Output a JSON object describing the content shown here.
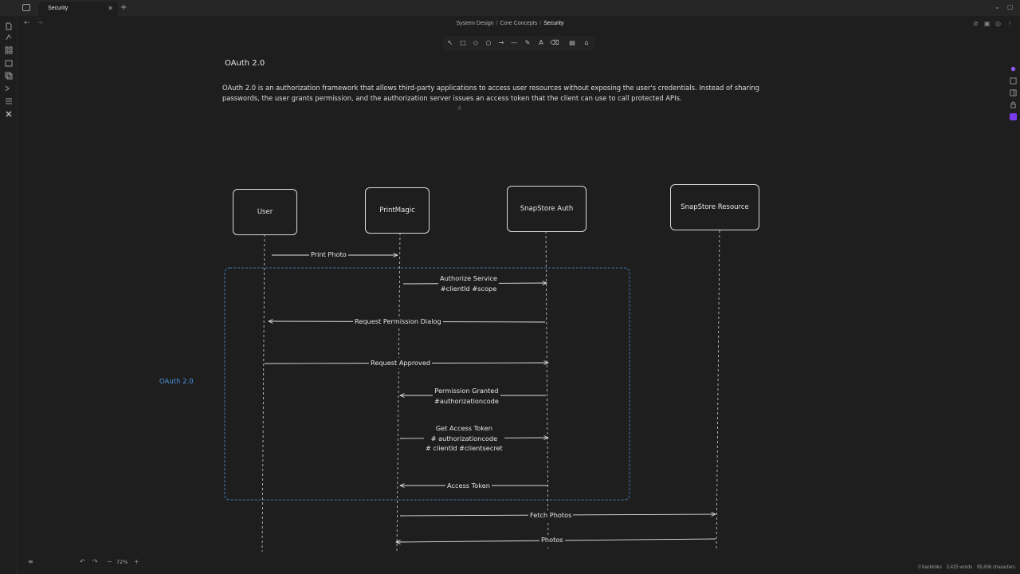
{
  "tab": {
    "label": "Security"
  },
  "breadcrumb": {
    "parts": [
      "System Design",
      "Core Concepts",
      "Security"
    ]
  },
  "note": {
    "heading": "OAuth 2.0",
    "paragraph": "OAuth 2.0 is an authorization framework that allows third-party applications to access user resources without exposing the user's credentials. Instead of sharing passwords, the user grants permission, and the authorization server issues an access token that the client can use to call protected APIs."
  },
  "diagram": {
    "actors": [
      "User",
      "PrintMagic",
      "SnapStore Auth",
      "SnapStore Resource"
    ],
    "frame_label": "OAuth 2.0",
    "messages": [
      "Print Photo",
      "Authorize Service\n#clientId #scope",
      "Request Permission Dialog",
      "Request Approved",
      "Permission Granted\n#authorizationcode",
      "Get Access Token\n# authorizationcode\n# clientId #clientsecret",
      "Access Token",
      "Fetch Photos",
      "Photos"
    ]
  },
  "controls": {
    "zoom": "72%"
  },
  "status": {
    "backlinks": "0 backlinks",
    "words": "3,425 words",
    "characters": "95,806 characters"
  },
  "colors": {
    "background": "#1e1e1e",
    "frame": "#4a90d9",
    "accent": "#8b5cf6"
  }
}
